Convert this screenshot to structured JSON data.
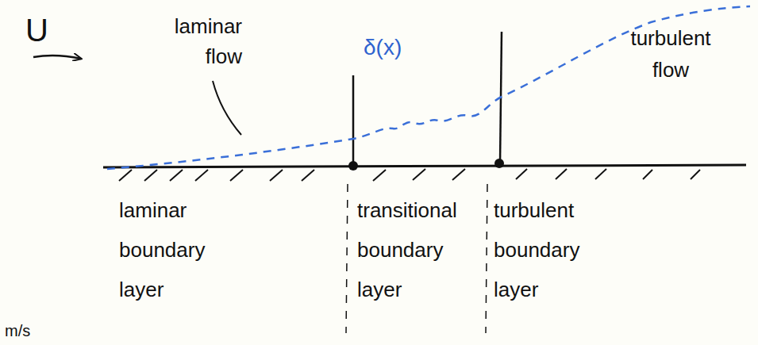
{
  "diagram": {
    "labels": [
      "U",
      "laminar flow",
      "δ(x)",
      "turbulent flow",
      "laminar boundary layer",
      "transitional boundary layer",
      "turbulent boundary layer",
      "m/s"
    ]
  }
}
